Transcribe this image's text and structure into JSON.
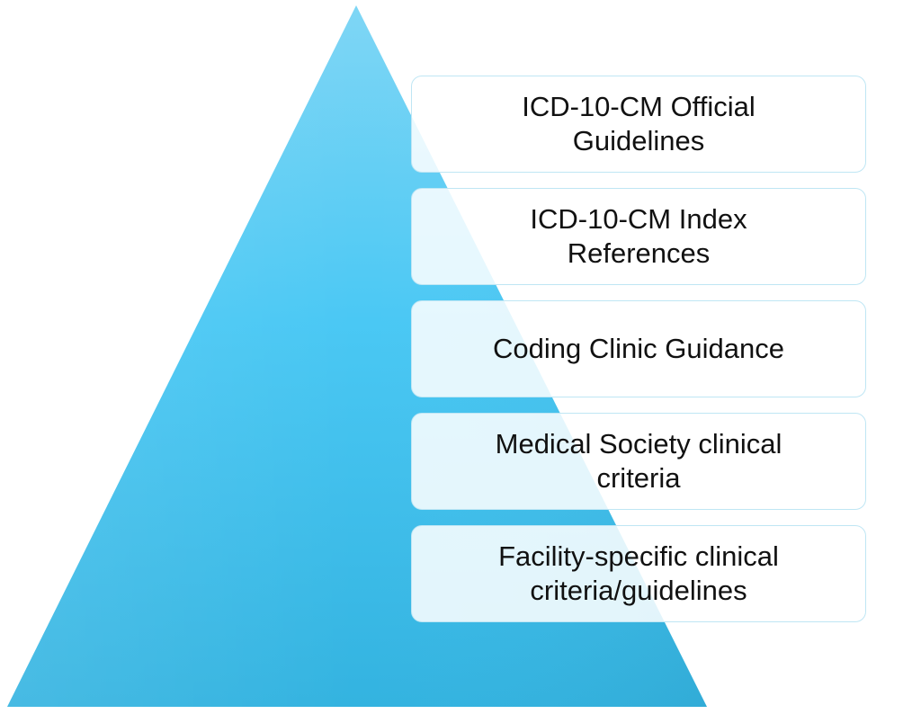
{
  "colors": {
    "pyramid_light": "#7fd6f5",
    "pyramid_mid": "#4ac8f4",
    "pyramid_dark": "#33b3e0",
    "box_border": "#bfe6f4",
    "text": "#111111"
  },
  "levels": [
    {
      "label": "ICD-10-CM Official\nGuidelines"
    },
    {
      "label": "ICD-10-CM Index\nReferences"
    },
    {
      "label": "Coding Clinic Guidance"
    },
    {
      "label": "Medical Society clinical\ncriteria"
    },
    {
      "label": "Facility-specific clinical\ncriteria/guidelines"
    }
  ]
}
